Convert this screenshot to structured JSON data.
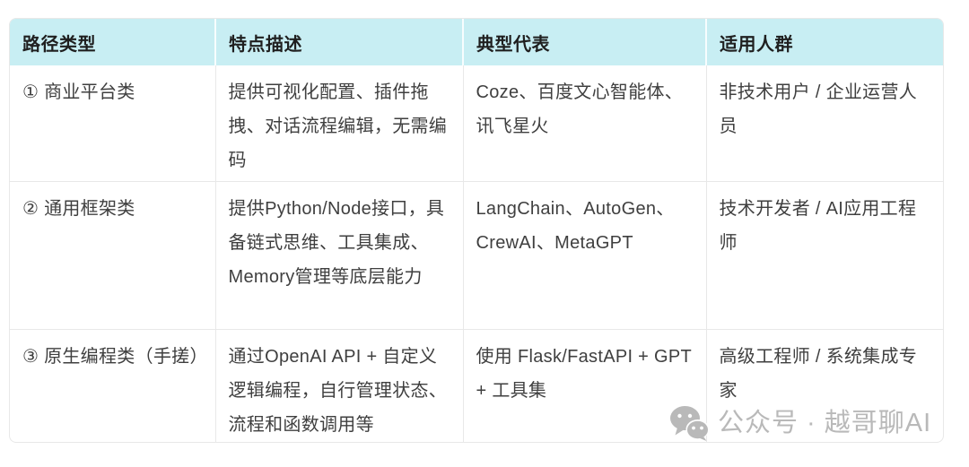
{
  "theme": {
    "page_bg": "#ffffff",
    "header_bg": "#c8eef3",
    "border_color": "#e8e8e8",
    "header_text_color": "#1f1f1f",
    "body_text_color": "#3f3f3f",
    "watermark_color": "#b9b9b9"
  },
  "table": {
    "columns": [
      "路径类型",
      "特点描述",
      "典型代表",
      "适用人群"
    ],
    "rows": [
      {
        "path_type": "① 商业平台类",
        "features": "提供可视化配置、插件拖拽、对话流程编辑，无需编码",
        "representatives": "Coze、百度文心智能体、讯飞星火",
        "audience": "非技术用户 / 企业运营人员"
      },
      {
        "path_type": "② 通用框架类",
        "features": "提供Python/Node接口，具备链式思维、工具集成、Memory管理等底层能力",
        "representatives": "LangChain、AutoGen、CrewAI、MetaGPT",
        "audience": "技术开发者 / AI应用工程师"
      },
      {
        "path_type": "③ 原生编程类（手搓）",
        "features": "通过OpenAI API + 自定义逻辑编程，自行管理状态、流程和函数调用等",
        "representatives": "使用 Flask/FastAPI + GPT + 工具集",
        "audience": "高级工程师 / 系统集成专家"
      }
    ]
  },
  "watermark": {
    "icon": "wechat-icon",
    "text": "公众号 · 越哥聊AI"
  }
}
